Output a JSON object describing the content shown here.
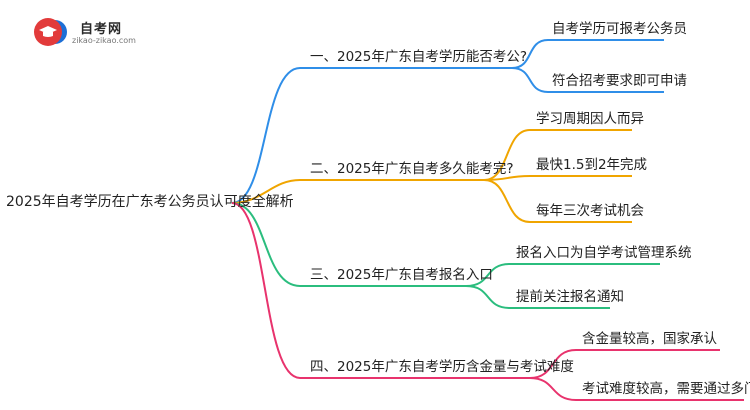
{
  "logo": {
    "title": "自考网",
    "subtitle": "zikao-zikao.com",
    "icon": "graduation-cap-icon"
  },
  "root": "2025年自考学历在广东考公务员认可度全解析",
  "branches": [
    {
      "label": "一、2025年广东自考学历能否考公?",
      "color": "#2f8ee8",
      "children": [
        "自考学历可报考公务员",
        "符合招考要求即可申请"
      ]
    },
    {
      "label": "二、2025年广东自考多久能考完?",
      "color": "#f0a500",
      "children": [
        "学习周期因人而异",
        "最快1.5到2年完成",
        "每年三次考试机会"
      ]
    },
    {
      "label": "三、2025年广东自考报名入口",
      "color": "#2bbd7e",
      "children": [
        "报名入口为自学考试管理系统",
        "提前关注报名通知"
      ]
    },
    {
      "label": "四、2025年广东自考学历含金量与考试难度",
      "color": "#e8336d",
      "children": [
        "含金量较高，国家承认",
        "考试难度较高，需要通过多门课程"
      ]
    }
  ]
}
